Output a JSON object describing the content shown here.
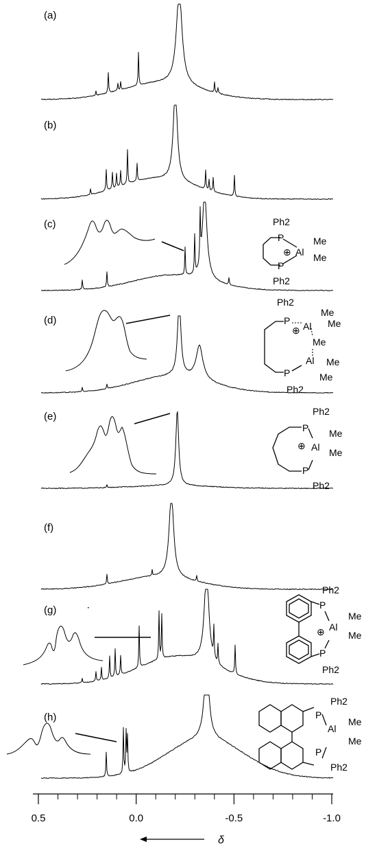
{
  "chart_data": {
    "type": "line",
    "xlabel": "δ",
    "xlim": [
      0.6,
      -1.0
    ],
    "x_direction": "reversed",
    "axis_arrow": "left",
    "ticks": [
      {
        "value": 0.5,
        "label": "0.5"
      },
      {
        "value": 0.0,
        "label": "0.0"
      },
      {
        "value": -0.5,
        "label": "-0.5"
      },
      {
        "value": -1.0,
        "label": "-1.0"
      }
    ],
    "panels": [
      {
        "label": "(a)",
        "main_peak_delta": -0.22,
        "structure": null
      },
      {
        "label": "(b)",
        "main_peak_delta": -0.2,
        "structure": null
      },
      {
        "label": "(c)",
        "main_peak_delta": -0.35,
        "structure": "c"
      },
      {
        "label": "(d)",
        "main_peak_delta": -0.22,
        "structure": "d"
      },
      {
        "label": "(e)",
        "main_peak_delta": -0.21,
        "structure": "e"
      },
      {
        "label": "(f)",
        "main_peak_delta": -0.18,
        "structure": null
      },
      {
        "label": "(g)",
        "main_peak_delta": -0.36,
        "structure": "g"
      },
      {
        "label": "(h)",
        "main_peak_delta": -0.36,
        "structure": "h"
      }
    ]
  },
  "structures": {
    "c": {
      "lines": [
        "Ph2",
        "P",
        "Al",
        "Me",
        "Me",
        "P",
        "Ph2"
      ]
    },
    "d": {
      "lines": [
        "Ph2",
        "P",
        "Al",
        "Me",
        "Me",
        "Me",
        "Al",
        "Me",
        "Me",
        "P",
        "Ph2"
      ]
    },
    "e": {
      "lines": [
        "Ph2",
        "P",
        "Me",
        "Al",
        "Me",
        "P",
        "Ph2"
      ]
    },
    "g": {
      "lines": [
        "Ph2",
        "P",
        "Al",
        "Me",
        "Me",
        "P",
        "Ph2"
      ]
    },
    "h": {
      "lines": [
        "Ph2",
        "P",
        "Al",
        "Me",
        "Me",
        "P",
        "Ph2"
      ]
    }
  }
}
